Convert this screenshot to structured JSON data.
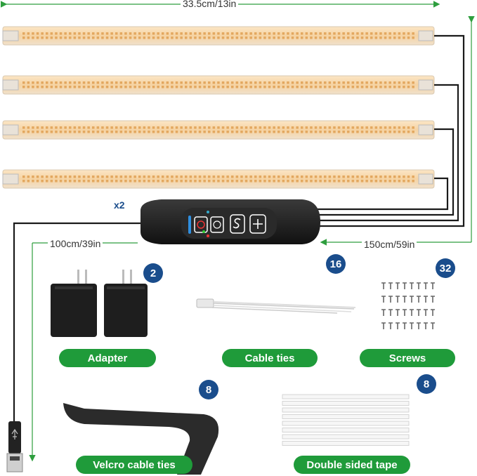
{
  "dimensions": {
    "bar_length": "33.5cm/13in",
    "usb_cable_length": "100cm/39in",
    "bar_cable_length": "150cm/59in"
  },
  "controller": {
    "multiplier": "x2",
    "buttons": [
      "power-icon",
      "timer-icon",
      "mode-icon",
      "plus-icon"
    ]
  },
  "accessories": {
    "adapter": {
      "label": "Adapter",
      "count": "2"
    },
    "cable_ties": {
      "label": "Cable ties",
      "count": "16"
    },
    "screws": {
      "label": "Screws",
      "count": "32"
    },
    "velcro": {
      "label": "Velcro cable ties",
      "count": "8"
    },
    "tape": {
      "label": "Double sided tape",
      "count": "8"
    }
  },
  "colors": {
    "accent_green": "#1f9b3a",
    "badge_blue": "#1a4d8c",
    "dimension_line": "#2e9e3e",
    "led_warm": "#f3c88a"
  }
}
